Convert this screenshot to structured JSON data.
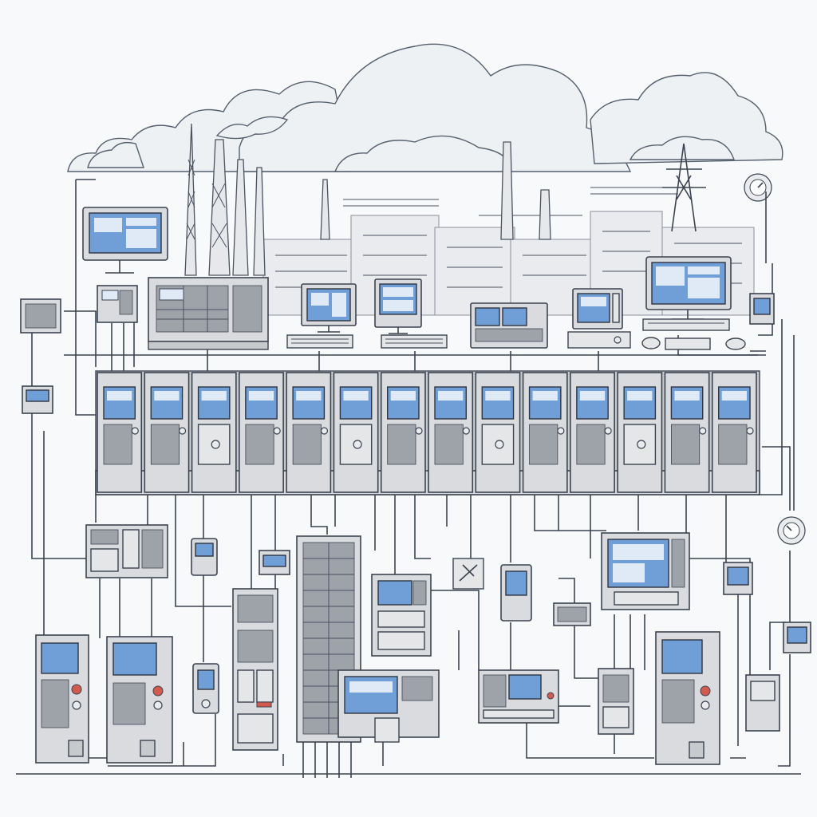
{
  "scene": {
    "kind": "illustration",
    "elements": {
      "clouds": 6,
      "smokestacks": 7,
      "control_cabinets": 14,
      "desktop_monitors": 5,
      "field_devices": 18
    },
    "colors": {
      "background": "#f7f9fb",
      "line": "#3c4350",
      "panel": "#d9dbde",
      "screen": "#6f9fd6",
      "alarm": "#d35a4f"
    },
    "icons": [
      "cloud-icon",
      "smokestack-icon",
      "transmission-tower-icon",
      "monitor-icon",
      "keyboard-icon",
      "mouse-icon",
      "gauge-icon",
      "control-cabinet-icon"
    ]
  }
}
